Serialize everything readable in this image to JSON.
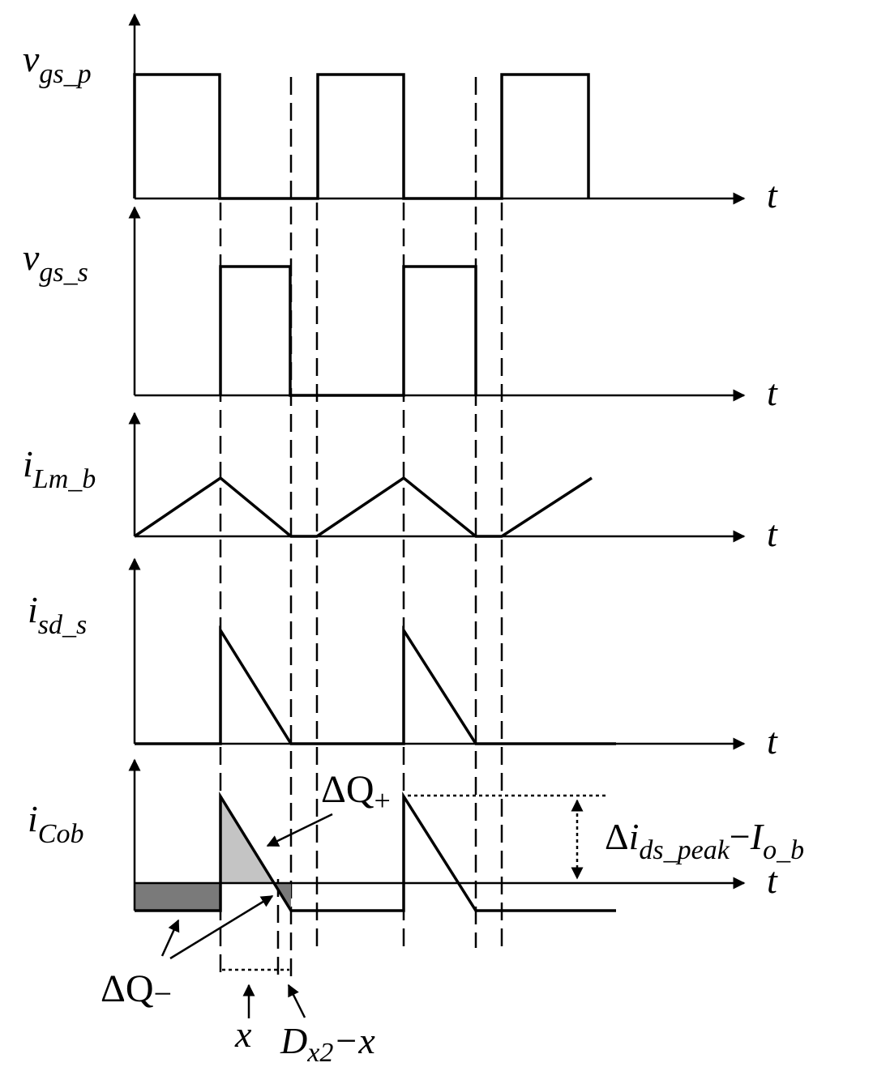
{
  "signals": [
    {
      "id": "vgs_p",
      "main": "v",
      "sub": "gs_p"
    },
    {
      "id": "vgs_s",
      "main": "v",
      "sub": "gs_s"
    },
    {
      "id": "iLm_b",
      "main": "i",
      "sub": "Lm_b"
    },
    {
      "id": "isd_s",
      "main": "i",
      "sub": "sd_s"
    },
    {
      "id": "iCob",
      "main": "i",
      "sub": "Cob"
    }
  ],
  "time_label": "t",
  "annotations": {
    "dq_plus_main": "ΔQ",
    "dq_plus_sub": "+",
    "dq_minus_main": "ΔQ",
    "dq_minus_sub": "−",
    "delta_i_prefix": "Δ",
    "delta_i_main": "i",
    "delta_i_sub": "ds_peak",
    "delta_i_minus": "−",
    "delta_i_io": "I",
    "delta_i_io_sub": "o_b",
    "x_label": "x",
    "dx2_main": "D",
    "dx2_sub": "x2",
    "dx2_rest": "−x"
  },
  "colors": {
    "stroke": "#000000",
    "dq_plus_fill": "#c4c4c4",
    "dq_minus_fill": "#7a7a7a"
  }
}
